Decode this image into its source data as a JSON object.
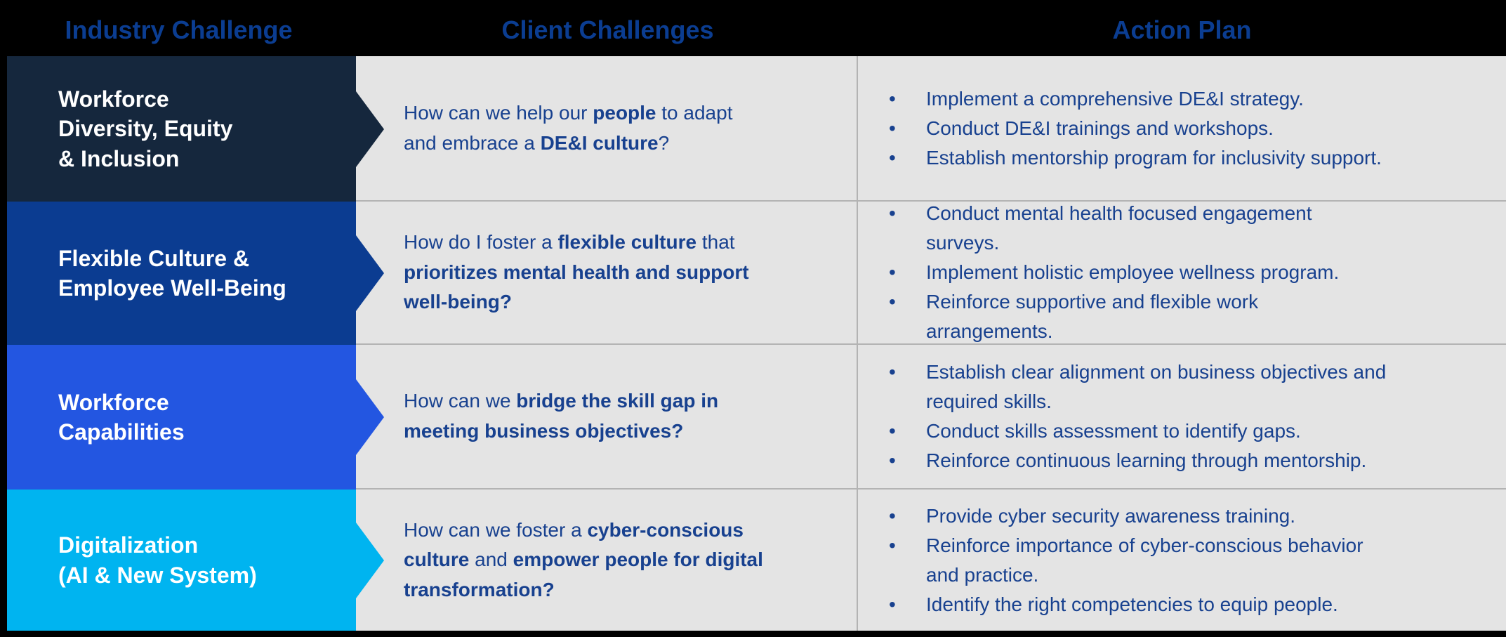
{
  "colors": {
    "bg": "#000000",
    "cell-bg": "#E4E4E4",
    "line": "#B3B3B3",
    "text": "#18418F",
    "header-text": "#0B3D91",
    "label-text": "#FFFFFF"
  },
  "header": {
    "col1": "Industry Challenge",
    "col2": "Client Challenges",
    "col3": "Action Plan"
  },
  "rows": [
    {
      "label": "Workforce\nDiversity, Equity\n& Inclusion",
      "color": "#15273D",
      "challenge": [
        {
          "t": "How can we help our ",
          "b": 0
        },
        {
          "t": "people",
          "b": 1
        },
        {
          "t": " to adapt\nand embrace a ",
          "b": 0
        },
        {
          "t": "DE&I culture",
          "b": 1
        },
        {
          "t": "?",
          "b": 0
        }
      ],
      "actions": [
        "Implement a comprehensive DE&I strategy.",
        "Conduct DE&I trainings and workshops.",
        "Establish mentorship program for inclusivity support."
      ]
    },
    {
      "label": "Flexible Culture &\nEmployee Well-Being",
      "color": "#0B3C91",
      "challenge": [
        {
          "t": "How do I foster a ",
          "b": 0
        },
        {
          "t": "flexible culture",
          "b": 1
        },
        {
          "t": " that\n",
          "b": 0
        },
        {
          "t": "prioritizes mental health and support\nwell-being?",
          "b": 1
        }
      ],
      "actions": [
        "Conduct mental health focused engagement\nsurveys.",
        "Implement holistic employee wellness program.",
        "Reinforce supportive and flexible work\narrangements."
      ]
    },
    {
      "label": "Workforce\nCapabilities",
      "color": "#2356E1",
      "challenge": [
        {
          "t": "How can we ",
          "b": 0
        },
        {
          "t": "bridge the skill gap in\nmeeting business objectives?",
          "b": 1
        }
      ],
      "actions": [
        "Establish clear alignment on business objectives and\nrequired skills.",
        "Conduct skills assessment to identify gaps.",
        "Reinforce continuous learning through mentorship."
      ]
    },
    {
      "label": "Digitalization\n(AI & New System)",
      "color": "#00B4F0",
      "challenge": [
        {
          "t": "How can we foster a ",
          "b": 0
        },
        {
          "t": "cyber-conscious\nculture",
          "b": 1
        },
        {
          "t": " and ",
          "b": 0
        },
        {
          "t": "empower people for digital\ntransformation?",
          "b": 1
        }
      ],
      "actions": [
        "Provide cyber security awareness training.",
        "Reinforce importance of cyber-conscious behavior\nand practice.",
        "Identify the right competencies to equip people."
      ]
    }
  ]
}
